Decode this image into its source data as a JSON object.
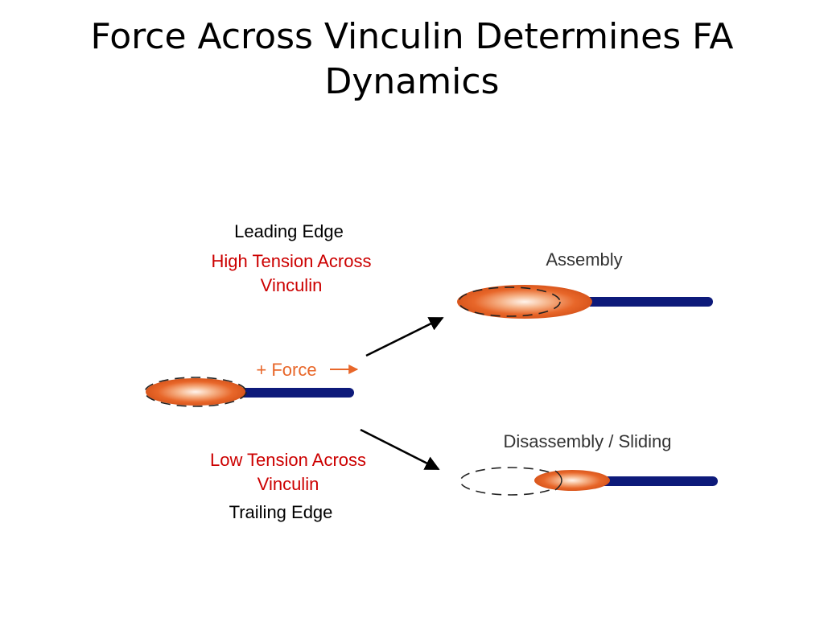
{
  "slide": {
    "title_line1": "Force Across Vinculin Determines FA",
    "title_line2": "Dynamics"
  },
  "diagram": {
    "leading_edge": "Leading Edge",
    "high_tension_line1": "High Tension Across",
    "high_tension_line2": "Vinculin",
    "force_label": "+ Force",
    "low_tension_line1": "Low Tension Across",
    "low_tension_line2": "Vinculin",
    "trailing_edge": "Trailing Edge",
    "assembly": "Assembly",
    "disassembly": "Disassembly / Sliding"
  },
  "colors": {
    "adhesion_orange": "#e8672a",
    "adhesion_highlight": "#fff2e8",
    "actin_navy": "#0d1a7a",
    "tension_red": "#cc0000",
    "force_arrow": "#e8672a"
  }
}
